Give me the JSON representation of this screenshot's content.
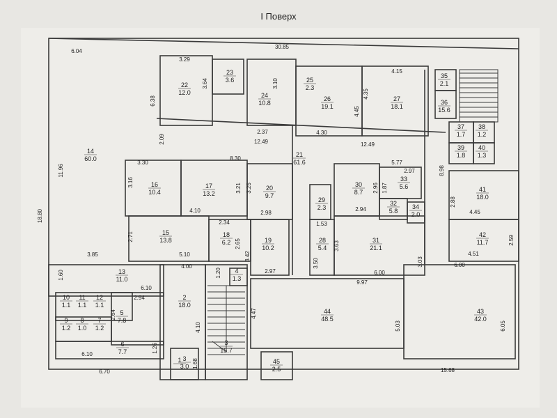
{
  "title": "І Поверх",
  "rooms": [
    {
      "id": "1",
      "no": "1",
      "area": ""
    },
    {
      "id": "2",
      "no": "2",
      "area": "18.0"
    },
    {
      "id": "3",
      "no": "3",
      "area": "15.7"
    },
    {
      "id": "3b",
      "no": "3",
      "area": "3.0"
    },
    {
      "id": "4",
      "no": "4",
      "area": "1.3"
    },
    {
      "id": "5",
      "no": "5",
      "area": "7.8"
    },
    {
      "id": "6",
      "no": "6",
      "area": "7.7"
    },
    {
      "id": "7",
      "no": "7",
      "area": "1.2"
    },
    {
      "id": "8",
      "no": "8",
      "area": "1.0"
    },
    {
      "id": "9",
      "no": "9",
      "area": "1.2"
    },
    {
      "id": "10",
      "no": "10",
      "area": "1.1"
    },
    {
      "id": "11",
      "no": "11",
      "area": "1.1"
    },
    {
      "id": "12",
      "no": "12",
      "area": "1.1"
    },
    {
      "id": "13",
      "no": "13",
      "area": "11.0"
    },
    {
      "id": "14",
      "no": "14",
      "area": "60.0"
    },
    {
      "id": "15",
      "no": "15",
      "area": "13.8"
    },
    {
      "id": "16",
      "no": "16",
      "area": "10.4"
    },
    {
      "id": "17",
      "no": "17",
      "area": "13.2"
    },
    {
      "id": "18",
      "no": "18",
      "area": "6.2"
    },
    {
      "id": "19",
      "no": "19",
      "area": "10.2"
    },
    {
      "id": "20",
      "no": "20",
      "area": "9.7"
    },
    {
      "id": "21",
      "no": "21",
      "area": "61.6"
    },
    {
      "id": "22",
      "no": "22",
      "area": "12.0"
    },
    {
      "id": "23",
      "no": "23",
      "area": "3.6"
    },
    {
      "id": "24",
      "no": "24",
      "area": "10.8"
    },
    {
      "id": "25",
      "no": "25",
      "area": "2.3"
    },
    {
      "id": "26",
      "no": "26",
      "area": "19.1"
    },
    {
      "id": "27",
      "no": "27",
      "area": "18.1"
    },
    {
      "id": "28",
      "no": "28",
      "area": "5.4"
    },
    {
      "id": "29",
      "no": "29",
      "area": "2.3"
    },
    {
      "id": "30",
      "no": "30",
      "area": "8.7"
    },
    {
      "id": "31",
      "no": "31",
      "area": "21.1"
    },
    {
      "id": "32",
      "no": "32",
      "area": "5.8"
    },
    {
      "id": "33",
      "no": "33",
      "area": "5.6"
    },
    {
      "id": "34",
      "no": "34",
      "area": "2.0"
    },
    {
      "id": "35",
      "no": "35",
      "area": "2.1"
    },
    {
      "id": "36",
      "no": "36",
      "area": "15.6"
    },
    {
      "id": "37",
      "no": "37",
      "area": "1.7"
    },
    {
      "id": "38",
      "no": "38",
      "area": "1.2"
    },
    {
      "id": "39",
      "no": "39",
      "area": "1.8"
    },
    {
      "id": "40",
      "no": "40",
      "area": "1.3"
    },
    {
      "id": "41",
      "no": "41",
      "area": "18.0"
    },
    {
      "id": "42",
      "no": "42",
      "area": "11.7"
    },
    {
      "id": "43",
      "no": "43",
      "area": "42.0"
    },
    {
      "id": "44",
      "no": "44",
      "area": "48.5"
    },
    {
      "id": "45",
      "no": "45",
      "area": "2.5"
    }
  ],
  "dimensions": [
    "30.85",
    "6.04",
    "3.29",
    "3.64",
    "6.38",
    "3.10",
    "4.15",
    "4.35",
    "4.45",
    "2.37",
    "12.49",
    "4.30",
    "12.49",
    "2.09",
    "3.30",
    "8.30",
    "5.77",
    "2.97",
    "8.98",
    "3.16",
    "3.21",
    "3.25",
    "2.96",
    "1.87",
    "2.88",
    "4.10",
    "2.98",
    "2.94",
    "4.45",
    "2.34",
    "1.53",
    "2.71",
    "2.65",
    "3.42",
    "3.63",
    "2.59",
    "3.85",
    "5.10",
    "4.51",
    "6.00",
    "4.00",
    "1.20",
    "2.97",
    "3.50",
    "6.00",
    "3.03",
    "1.60",
    "9.97",
    "6.10",
    "2.94",
    "2.64",
    "4.47",
    "5.03",
    "6.05",
    "4.10",
    "1.26",
    "1.68",
    "6.10",
    "6.70",
    "15.68",
    "11.96",
    "18.80"
  ],
  "colors": {
    "background": "#e8e7e3",
    "paper": "#eeede9",
    "line": "#3a3a3a",
    "text": "#222222"
  }
}
